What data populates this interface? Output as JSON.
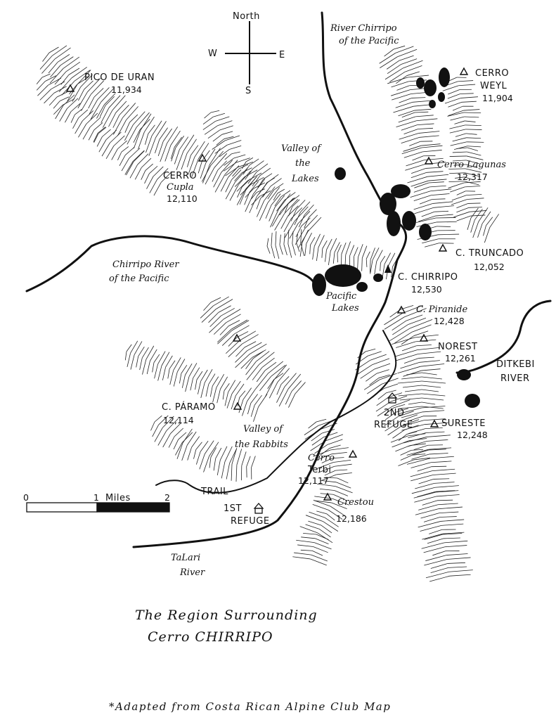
{
  "compass": {
    "north": "North",
    "south": "S",
    "east": "E",
    "west": "W"
  },
  "peaks": [
    {
      "name": "PICO DE URAN",
      "elev": "11,934"
    },
    {
      "name": "CERRO",
      "name2": "Cupla",
      "elev": "12,110"
    },
    {
      "name": "CERRO",
      "name2": "WEYL",
      "elev": "11,904"
    },
    {
      "name": "Cerro Lagunas",
      "elev": "12,317"
    },
    {
      "name": "C. TRUNCADO",
      "elev": "12,052"
    },
    {
      "name": "C. CHIRRIPO",
      "elev": "12,530"
    },
    {
      "name": "C. Piranide",
      "elev": "12,428"
    },
    {
      "name": "NOREST",
      "elev": "12,261"
    },
    {
      "name": "C. PÁRAMO",
      "elev": "12,114"
    },
    {
      "name": "SURESTE",
      "elev": "12,248"
    },
    {
      "name": "Cerro",
      "name2": "Terbi",
      "elev": "12,117"
    },
    {
      "name": "Crestou",
      "elev": "12,186"
    }
  ],
  "labels": {
    "river_chirripo_pacific_top": [
      "River Chirripo",
      "of the Pacific"
    ],
    "valley_lakes": [
      "Valley of",
      "the",
      "Lakes"
    ],
    "chirripo_river_west": [
      "Chirripo River",
      "of the Pacific"
    ],
    "pacific_lakes": [
      "Pacific",
      "Lakes"
    ],
    "ditkebi_river": [
      "DITKEBI",
      "RIVER"
    ],
    "valley_rabbits": [
      "Valley of",
      "the Rabbits"
    ],
    "trail": "TRAIL",
    "refuge_1": [
      "1ST",
      "REFUGE"
    ],
    "refuge_2": [
      "2ND",
      "REFUGE"
    ],
    "talari_river": [
      "TaLari",
      "River"
    ]
  },
  "scale": {
    "zero": "0",
    "one": "1",
    "units": "Miles",
    "two": "2"
  },
  "title": [
    "The Region Surrounding",
    "Cerro  CHIRRIPO"
  ],
  "credit": "*Adapted from Costa Rican Alpine Club Map"
}
